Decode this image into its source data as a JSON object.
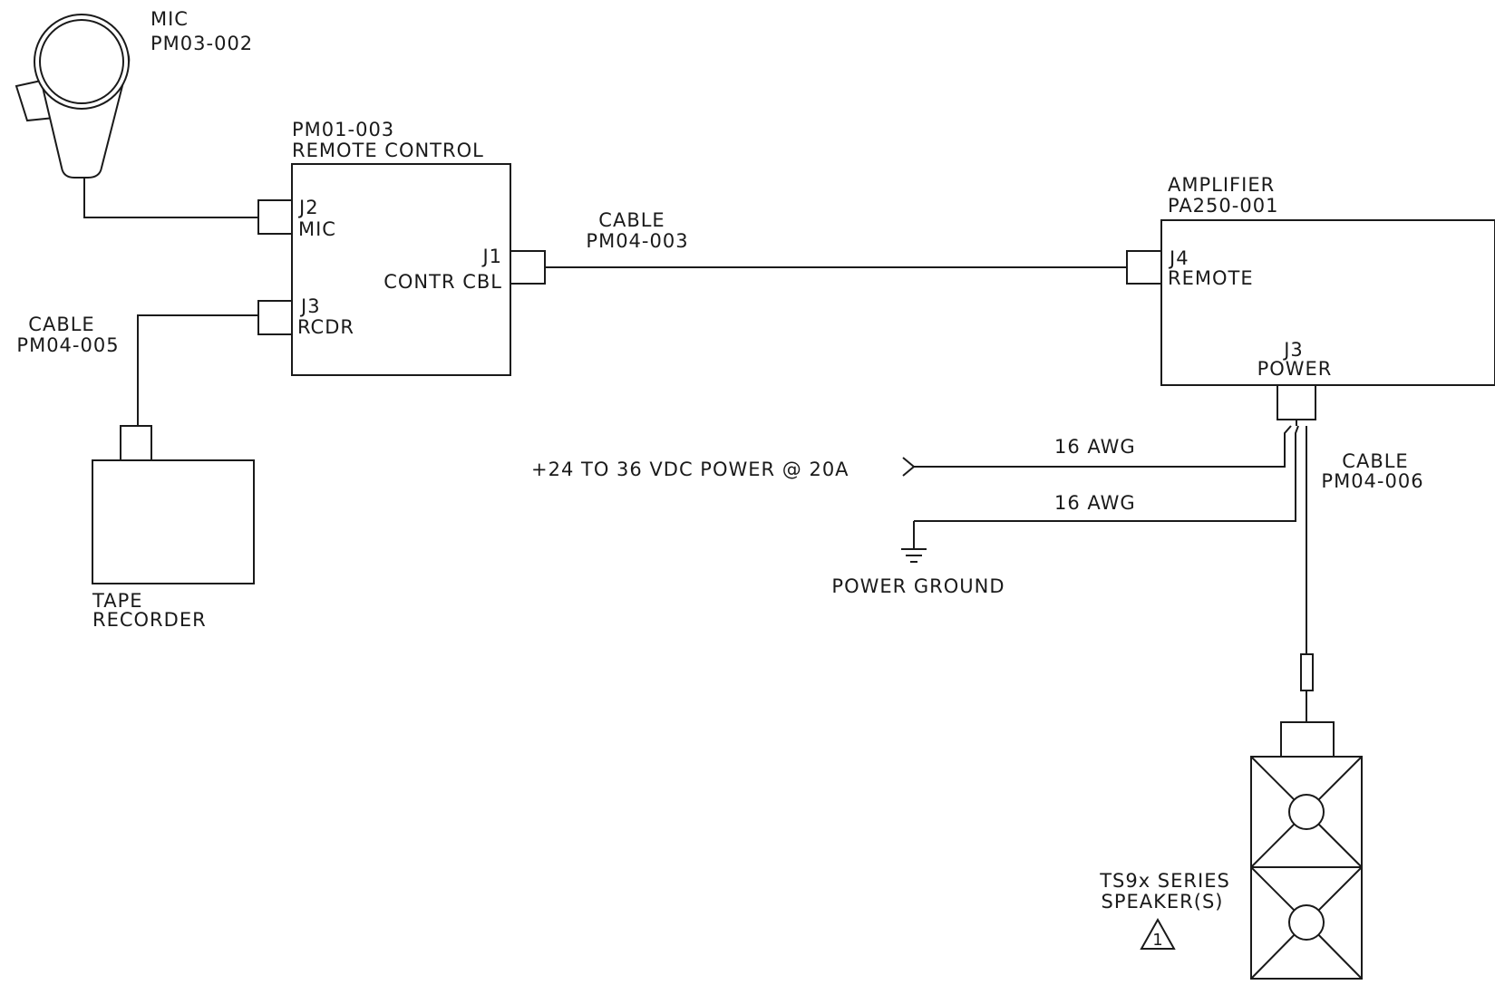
{
  "mic": {
    "title": "MIC",
    "part": "PM03-002"
  },
  "remote_control": {
    "part": "PM01-003",
    "title": "REMOTE CONTROL",
    "j2": {
      "id": "J2",
      "label": "MIC"
    },
    "j3": {
      "id": "J3",
      "label": "RCDR"
    },
    "j1": {
      "id": "J1",
      "label": "CONTR CBL"
    }
  },
  "cable_control": {
    "title": "CABLE",
    "part": "PM04-003"
  },
  "cable_recorder": {
    "title": "CABLE",
    "part": "PM04-005"
  },
  "tape_recorder": {
    "line1": "TAPE",
    "line2": "RECORDER"
  },
  "amplifier": {
    "title": "AMPLIFIER",
    "part": "PA250-001",
    "j4": {
      "id": "J4",
      "label": "REMOTE"
    },
    "j3": {
      "id": "J3",
      "label": "POWER"
    }
  },
  "power": {
    "supply_label": "+24 TO 36 VDC POWER @ 20A",
    "supply_wire": "16 AWG",
    "ground_wire": "16 AWG",
    "ground_label": "POWER GROUND"
  },
  "cable_speaker": {
    "title": "CABLE",
    "part": "PM04-006"
  },
  "speaker": {
    "line1": "TS9x SERIES",
    "line2": "SPEAKER(S)",
    "note_marker": "1"
  }
}
